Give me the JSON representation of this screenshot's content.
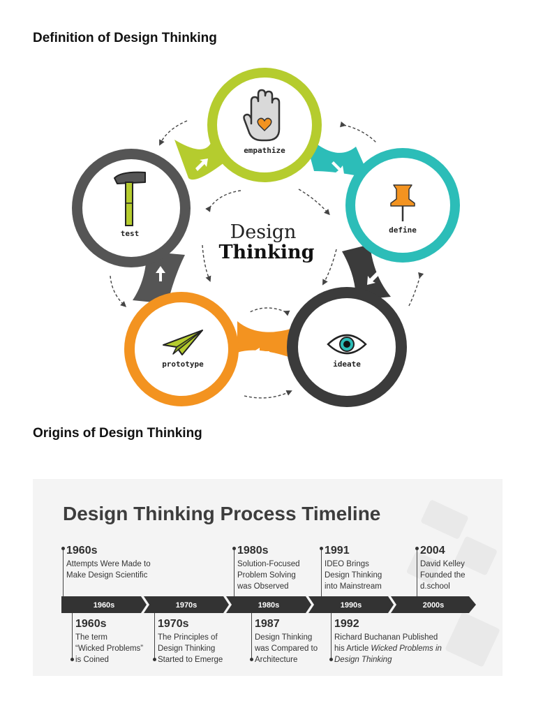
{
  "headings": {
    "definition": "Definition of Design Thinking",
    "origins": "Origins of Design Thinking"
  },
  "cycle": {
    "center_line1": "Design",
    "center_line2": "Thinking",
    "stages": [
      {
        "label": "empathize",
        "color": "#b5cc2e",
        "icon": "hand-heart-icon"
      },
      {
        "label": "define",
        "color": "#2cbdb8",
        "icon": "pushpin-icon"
      },
      {
        "label": "ideate",
        "color": "#3b3b3b",
        "icon": "eye-icon"
      },
      {
        "label": "prototype",
        "color": "#f39320",
        "icon": "paper-plane-icon"
      },
      {
        "label": "test",
        "color": "#555555",
        "icon": "hammer-icon"
      }
    ]
  },
  "timeline": {
    "title": "Design Thinking Process Timeline",
    "bar_color": "#333333",
    "decades": [
      "1960s",
      "1970s",
      "1980s",
      "1990s",
      "2000s"
    ],
    "top_events": [
      {
        "year": "1960s",
        "desc": "Attempts Were Made to\nMake Design Scientific"
      },
      {
        "year": "1980s",
        "desc": "Solution-Focused\nProblem Solving\nwas Observed"
      },
      {
        "year": "1991",
        "desc": "IDEO Brings\nDesign Thinking\ninto Mainstream"
      },
      {
        "year": "2004",
        "desc": "David Kelley\nFounded the\nd.school"
      }
    ],
    "bottom_events": [
      {
        "year": "1960s",
        "desc": "The term\n“Wicked Problems”\nis Coined"
      },
      {
        "year": "1970s",
        "desc": "The Principles of\nDesign Thinking\nStarted to Emerge"
      },
      {
        "year": "1987",
        "desc": "Design Thinking\nwas Compared to\nArchitecture"
      },
      {
        "year": "1992",
        "desc_line1": "Richard Buchanan Published",
        "desc_line2_prefix": "his Article ",
        "desc_italic1": "Wicked Problems in",
        "desc_italic2": "Design Thinking"
      }
    ]
  }
}
